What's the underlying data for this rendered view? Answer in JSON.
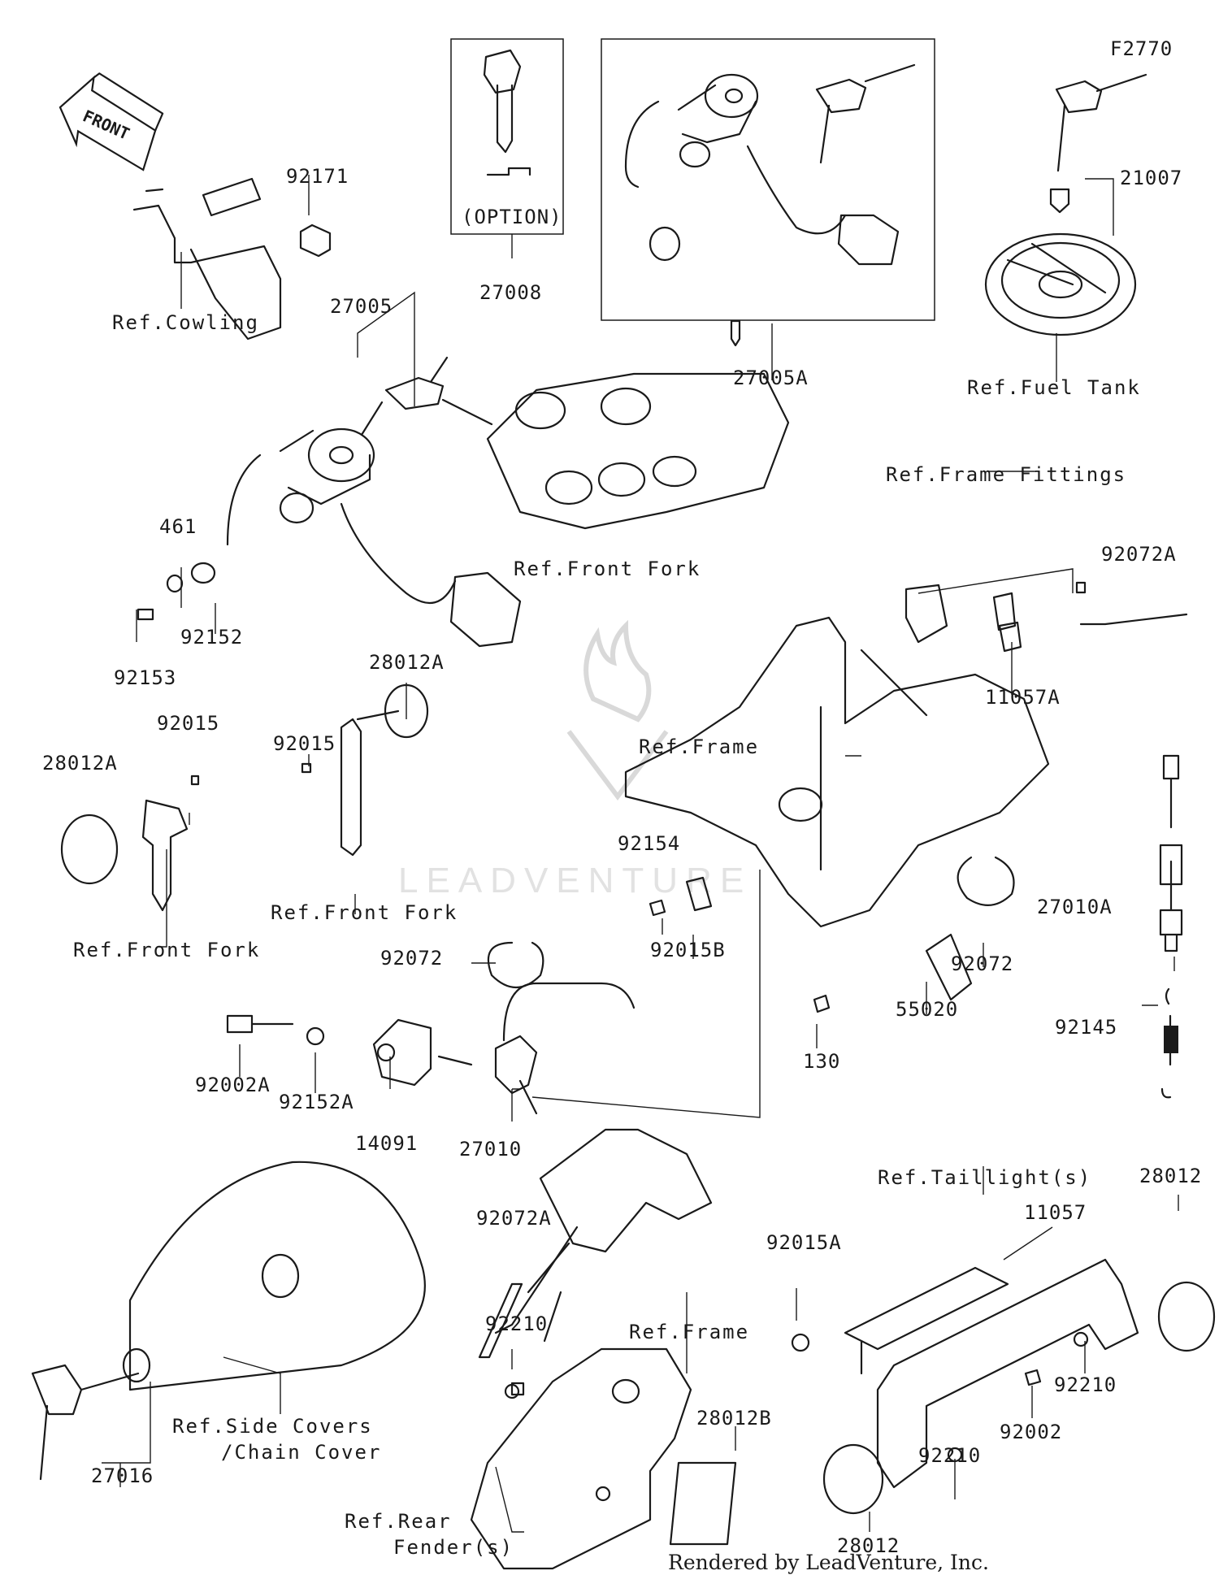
{
  "figure_code": "F2770",
  "front_indicator": "FRONT",
  "option_tag": "(OPTION)",
  "watermark": "LEADVENTURE",
  "footer": "Rendered by LeadVenture, Inc.",
  "part_numbers": {
    "p92171": "92171",
    "p27005": "27005",
    "p27008": "27008",
    "p27005A": "27005A",
    "p21007": "21007",
    "p461": "461",
    "p92152": "92152",
    "p92153": "92153",
    "p28012A_1": "28012A",
    "p28012A_2": "28012A",
    "p92015_1": "92015",
    "p92015_2": "92015",
    "p92072A_1": "92072A",
    "p11057A": "11057A",
    "p92154": "92154",
    "p92015B": "92015B",
    "p27010A": "27010A",
    "p92072_1": "92072",
    "p92072_2": "92072",
    "p55020": "55020",
    "p130": "130",
    "p92145": "92145",
    "p92002A": "92002A",
    "p92152A": "92152A",
    "p14091": "14091",
    "p27010": "27010",
    "p92072A_2": "92072A",
    "p92210_1": "92210",
    "p92210_2": "92210",
    "p92210_3": "92210",
    "p28012_1": "28012",
    "p28012_2": "28012",
    "p11057": "11057",
    "p92015A": "92015A",
    "p92002": "92002",
    "p28012B": "28012B",
    "p27016": "27016"
  },
  "references": {
    "cowling": "Ref.Cowling",
    "fuel_tank": "Ref.Fuel Tank",
    "front_fork_1": "Ref.Front Fork",
    "front_fork_2": "Ref.Front Fork",
    "front_fork_3": "Ref.Front Fork",
    "frame_fittings": "Ref.Frame Fittings",
    "frame_1": "Ref.Frame",
    "frame_2": "Ref.Frame",
    "taillights": "Ref.Taillight(s)",
    "side_covers_1": "Ref.Side Covers",
    "side_covers_2": "/Chain Cover",
    "rear_fender_1": "Ref.Rear",
    "rear_fender_2": "Fender(s)"
  }
}
